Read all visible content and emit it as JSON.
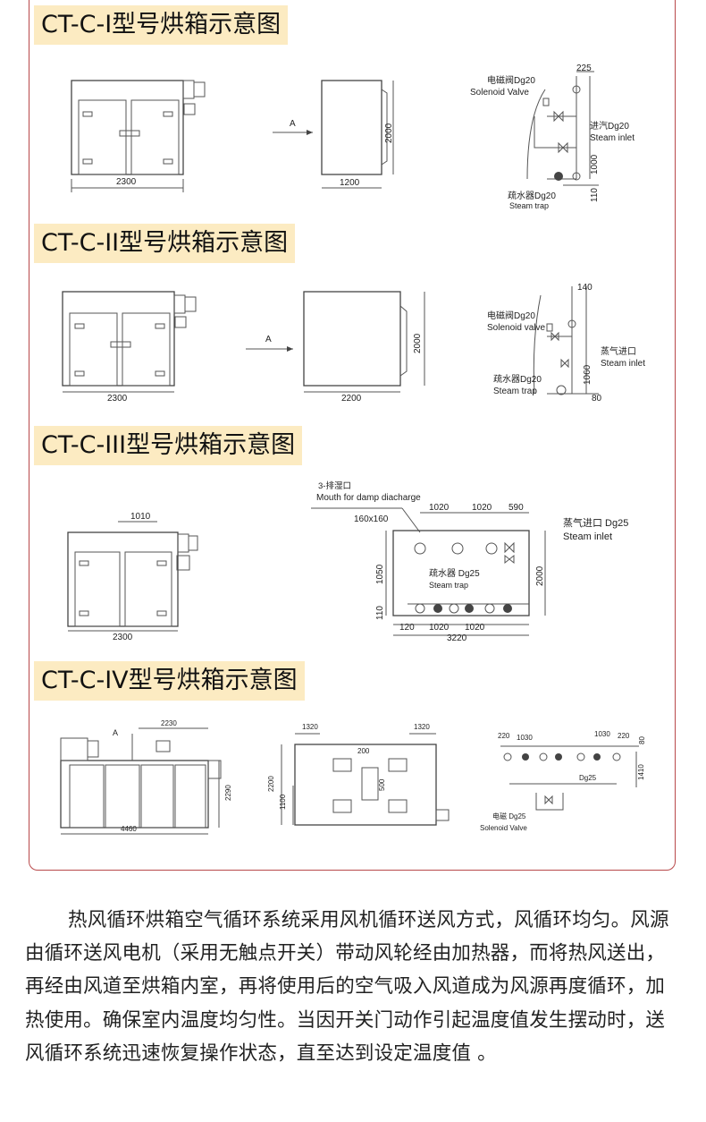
{
  "sections": [
    {
      "title": "CT-C-I型号烘箱示意图",
      "front_width": "2300",
      "view_arrow": "A",
      "side_height": "2000",
      "side_width": "1200",
      "pipe_width": "225",
      "valve_label_cn": "电磁阀Dg20",
      "valve_label_en": "Solenoid Valve",
      "inlet_label_cn": "进汽Dg20",
      "inlet_label_en": "Steam inlet",
      "pipe_height": "1000",
      "pipe_bottom": "110",
      "trap_label_cn": "疏水器Dg20",
      "trap_label_en": "Steam trap"
    },
    {
      "title": "CT-C-II型号烘箱示意图",
      "front_width": "2300",
      "view_arrow": "A",
      "side_height": "2000",
      "side_width": "2200",
      "pipe_width": "140",
      "valve_label_cn": "电磁阀Dg20",
      "valve_label_en": "Solenoid valve",
      "inlet_label_cn": "蒸气进口",
      "inlet_label_en": "Steam inlet",
      "pipe_height": "1060",
      "pipe_bottom": "80",
      "trap_label_cn": "疏水器Dg20",
      "trap_label_en": "Steam trap"
    },
    {
      "title": "CT-C-III型号烘箱示意图",
      "front_width": "2300",
      "top_dim": "1010",
      "damp_label_cn": "3-排湿口",
      "damp_label_en": "Mouth for damp diacharge",
      "damp_size": "160x160",
      "dim_a": "1020",
      "dim_b": "1020",
      "dim_c": "590",
      "inlet_label_cn": "蒸气进口  Dg25",
      "inlet_label_en": "Steam inlet",
      "left_h1": "1050",
      "left_h2": "110",
      "right_h": "2000",
      "trap_label_cn": "疏水器  Dg25",
      "trap_label_en": "Steam  trap",
      "bottom_a": "120",
      "bottom_b": "1020",
      "bottom_c": "1020",
      "total_width": "3220"
    },
    {
      "title": "CT-C-IV型号烘箱示意图",
      "front_arrow": "A",
      "front_top": "2230",
      "front_height": "2290",
      "front_width": "4460",
      "side_left": "1320",
      "side_right": "1320",
      "side_center": "200",
      "side_height": "2200",
      "side_low": "1100",
      "side_mid": "500",
      "pipe_a": "220",
      "pipe_b": "1030",
      "pipe_c": "1030",
      "pipe_d": "220",
      "pipe_e": "80",
      "pipe_h": "1410",
      "pipe_dg": "Dg25",
      "valve_cn": "电磁 Dg25",
      "valve_en": "Solenoid Valve"
    }
  ],
  "description": "热风循环烘箱空气循环系统采用风机循环送风方式，风循环均匀。风源由循环送风电机（采用无触点开关）带动风轮经由加热器，而将热风送出，再经由风道至烘箱内室，再将使用后的空气吸入风道成为风源再度循环，加热使用。确保室内温度均匀性。当因开关门动作引起温度值发生摆动时，送风循环系统迅速恢复操作状态，直至达到设定温度值 。"
}
